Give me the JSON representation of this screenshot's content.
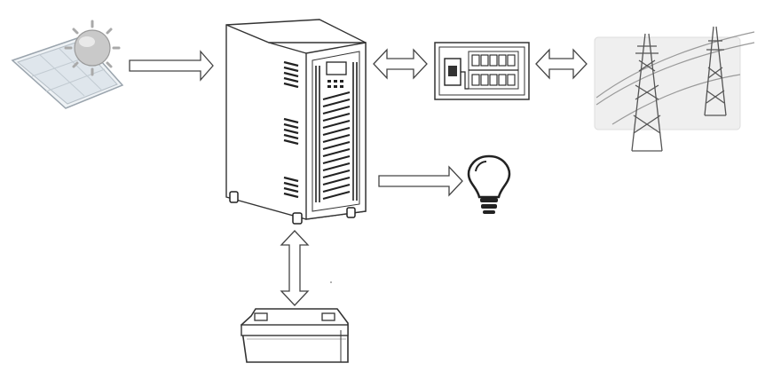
{
  "diagram": {
    "components": [
      {
        "id": "solar",
        "icon": "solar-panel-icon"
      },
      {
        "id": "inverter",
        "icon": "inverter-cabinet-icon"
      },
      {
        "id": "switchboard",
        "icon": "distribution-box-icon"
      },
      {
        "id": "grid",
        "icon": "power-tower-icon"
      },
      {
        "id": "load",
        "icon": "light-bulb-icon"
      },
      {
        "id": "battery",
        "icon": "battery-icon"
      }
    ],
    "connections": [
      {
        "from": "solar",
        "to": "inverter",
        "direction": "one-way"
      },
      {
        "from": "inverter",
        "to": "switchboard",
        "direction": "two-way"
      },
      {
        "from": "switchboard",
        "to": "grid",
        "direction": "two-way"
      },
      {
        "from": "inverter",
        "to": "load",
        "direction": "one-way"
      },
      {
        "from": "inverter",
        "to": "battery",
        "direction": "two-way"
      }
    ],
    "colors": {
      "sun": "#c9c9c9",
      "panel": "#e9eef2",
      "grid_bg": "#efefef",
      "stroke": "#333333"
    }
  }
}
